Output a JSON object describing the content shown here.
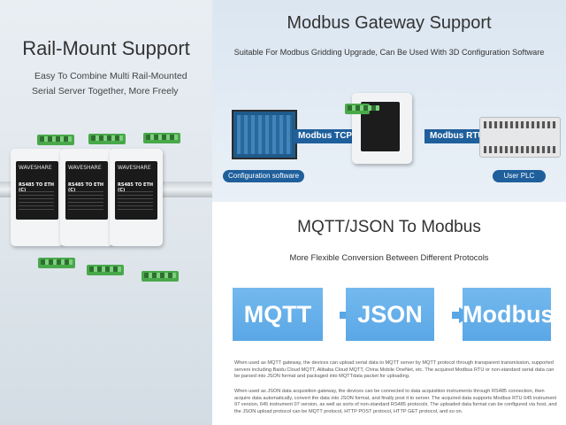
{
  "left_panel": {
    "title": "Rail-Mount Support",
    "subtitle_line1": "Easy To Combine Multi Rail-Mounted",
    "subtitle_line2": "Serial Server Together, More Freely",
    "modules": [
      {
        "brand": "WAVESHARE",
        "model": "RS485 TO ETH (C)"
      },
      {
        "brand": "WAVESHARE",
        "model": "RS485 TO ETH (C)"
      },
      {
        "brand": "WAVESHARE",
        "model": "RS485 TO ETH (C)"
      }
    ]
  },
  "top_right_panel": {
    "title": "Modbus Gateway Support",
    "subtitle": "Suitable For Modbus Gridding Upgrade, Can Be Used With 3D Configuration Software",
    "left_band_label": "Modbus TCP",
    "right_band_label": "Modbus RTU",
    "left_pill": "Configuration software",
    "right_pill": "User PLC"
  },
  "bottom_right_panel": {
    "title": "MQTT/JSON To Modbus",
    "subtitle": "More Flexible Conversion Between Different Protocols",
    "boxes": [
      "MQTT",
      "JSON",
      "Modbus"
    ],
    "paragraph1": "When used as MQTT gateway, the devices can upload serial data to MQTT server by MQTT protocol through transparent transmission, supported servers including Baidu Cloud MQTT, Alibaba Cloud MQTT, China Mobile OneNet, etc. The acquired Modbus RTU or non-standard serial data can be parsed into JSON format and packaged into MQTTdata packet for uploading.",
    "paragraph2": "When used as JSON data acquisition gateway, the devices can be connected to data acquisition instruments through RS485 connection, then acquire data automatically, convert the data into JSON format, and finally post it to server. The acquired data supports Modbus RTU 645 instrument 97 version, 645 instrument 07 version, as well as sorts of non-standard RS485 protocols. The uploaded data format can be configured via host, and the JSON upload protocol can be MQTT protocol, HTTP POST protocol, HTTP GET protocol, and so on."
  },
  "colors": {
    "accent_blue": "#1e5f9c",
    "box_blue": "#5aa7e6",
    "terminal_green": "#49a84a"
  }
}
